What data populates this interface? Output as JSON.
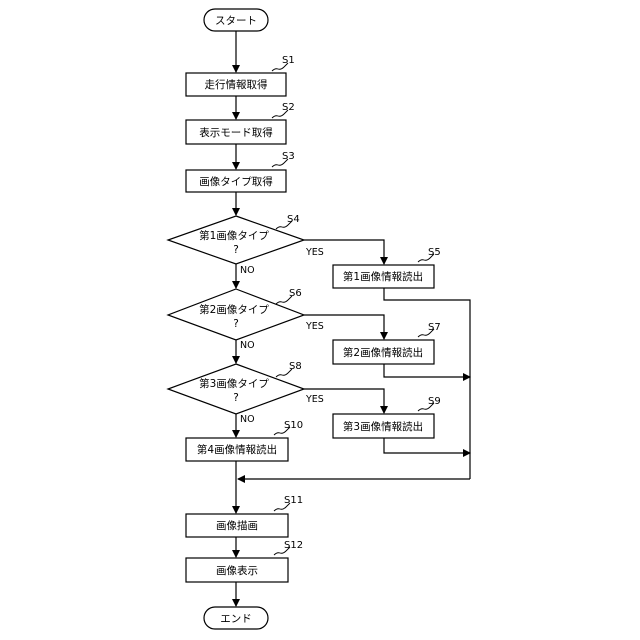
{
  "flowchart": {
    "start": "スタート",
    "end": "エンド",
    "s1": {
      "id": "S1",
      "label": "走行情報取得"
    },
    "s2": {
      "id": "S2",
      "label": "表示モード取得"
    },
    "s3": {
      "id": "S3",
      "label": "画像タイプ取得"
    },
    "s4": {
      "id": "S4",
      "label": "第1画像タイプ",
      "q": "?"
    },
    "s5": {
      "id": "S5",
      "label": "第1画像情報読出"
    },
    "s6": {
      "id": "S6",
      "label": "第2画像タイプ",
      "q": "?"
    },
    "s7": {
      "id": "S7",
      "label": "第2画像情報読出"
    },
    "s8": {
      "id": "S8",
      "label": "第3画像タイプ",
      "q": "?"
    },
    "s9": {
      "id": "S9",
      "label": "第3画像情報読出"
    },
    "s10": {
      "id": "S10",
      "label": "第4画像情報読出"
    },
    "s11": {
      "id": "S11",
      "label": "画像描画"
    },
    "s12": {
      "id": "S12",
      "label": "画像表示"
    },
    "yes": "YES",
    "no": "NO"
  }
}
